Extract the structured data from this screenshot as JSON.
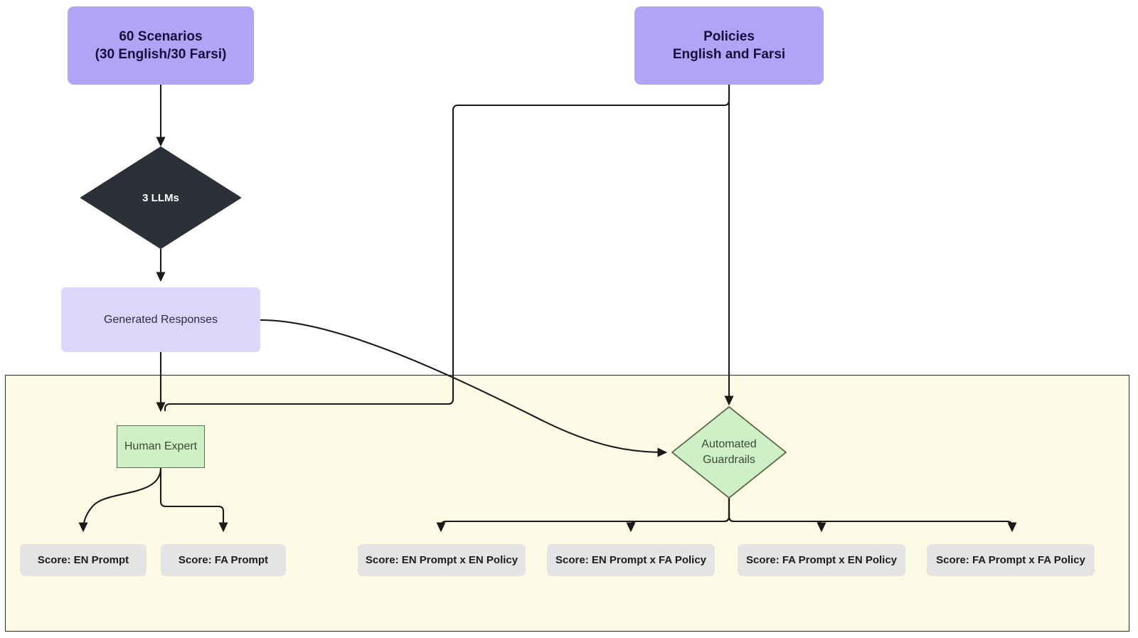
{
  "diagram": {
    "title": "Evaluation pipeline flowchart",
    "background": "#ffffff",
    "colors": {
      "source_node": "#b3a3f7",
      "responses_node": "#ddd6fb",
      "llm_node": "#2d3038",
      "expert_node": "#cdf0c6",
      "guardrail_node": "#cdf0c6",
      "score_node": "#e4e4e4",
      "subgraph_fill": "#fdfae6",
      "edge": "#1a1a1a"
    },
    "nodes": {
      "scenarios": {
        "line1": "60 Scenarios",
        "line2": "(30 English/30 Farsi)"
      },
      "policies": {
        "line1": "Policies",
        "line2": "English and Farsi"
      },
      "llms": {
        "label": "3 LLMs"
      },
      "generated_responses": {
        "label": "Generated Responses"
      },
      "human_expert": {
        "label": "Human Expert"
      },
      "automated_guardrails": {
        "line1": "Automated",
        "line2": "Guardrails"
      }
    },
    "scores": [
      {
        "label": "Score: EN Prompt"
      },
      {
        "label": "Score: FA Prompt"
      },
      {
        "label": "Score: EN Prompt x EN Policy"
      },
      {
        "label": "Score: EN Prompt x FA Policy"
      },
      {
        "label": "Score: FA Prompt x EN Policy"
      },
      {
        "label": "Score: FA Prompt x FA Policy"
      }
    ]
  }
}
